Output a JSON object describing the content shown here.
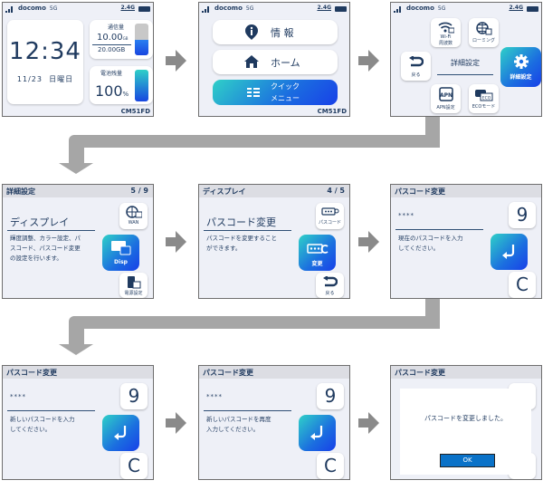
{
  "status": {
    "carrier": "docomo",
    "network": "5G",
    "wifi_band": "2.4G"
  },
  "model": "CM51FD",
  "home": {
    "time": "12:34",
    "date": "11/23",
    "weekday": "日曜日",
    "data_label": "通信量",
    "data_used": "10.00",
    "data_used_unit": "GB",
    "data_total": "20.00GB",
    "data_fraction": 0.5,
    "battery_label": "電池残量",
    "battery_value": "100",
    "battery_unit": "%",
    "battery_percent": 100
  },
  "menu": {
    "items": [
      {
        "label": "情 報",
        "icon": "info-icon"
      },
      {
        "label": "ホーム",
        "icon": "home-icon"
      },
      {
        "label_line1": "クイック",
        "label_line2": "メニュー",
        "icon": "list-icon"
      }
    ]
  },
  "quick": {
    "title": "詳細設定",
    "wifi_line1": "Wi-Fi",
    "wifi_line2": "周波数",
    "roaming": "ローミング",
    "back": "戻る",
    "settings": "詳細設定",
    "apn": "APN設定",
    "eco": "ECOモード"
  },
  "detail": {
    "header": "詳細設定",
    "page": "5 / 9",
    "title": "ディスプレイ",
    "desc": [
      "輝度調整、カラー設定、パ",
      "スコード、パスコード変更",
      "の設定を行います。"
    ],
    "wan": "WAN",
    "disp": "Disp",
    "power": "電源設定"
  },
  "display": {
    "header": "ディスプレイ",
    "page": "4 / 5",
    "title": "パスコード変更",
    "desc": [
      "パスコードを変更すること",
      "ができます。"
    ],
    "passcode": "パスコード",
    "change": "変更",
    "back": "戻る"
  },
  "pass": {
    "header": "パスコード変更",
    "stars": "****",
    "digit": "9",
    "clear": "C",
    "current": [
      "現在のパスコードを入力",
      "してください。"
    ],
    "new": [
      "新しいパスコードを入力",
      "してください。"
    ],
    "confirm": [
      "新しいパスコードを再度",
      "入力してください。"
    ],
    "done_message": "パスコードを変更しました。",
    "ok": "OK"
  },
  "colors": {
    "accent": "#1b6de0",
    "text": "#1f3a5f",
    "arrow": "#a6a6a6",
    "ok_button": "#0a72c8"
  }
}
